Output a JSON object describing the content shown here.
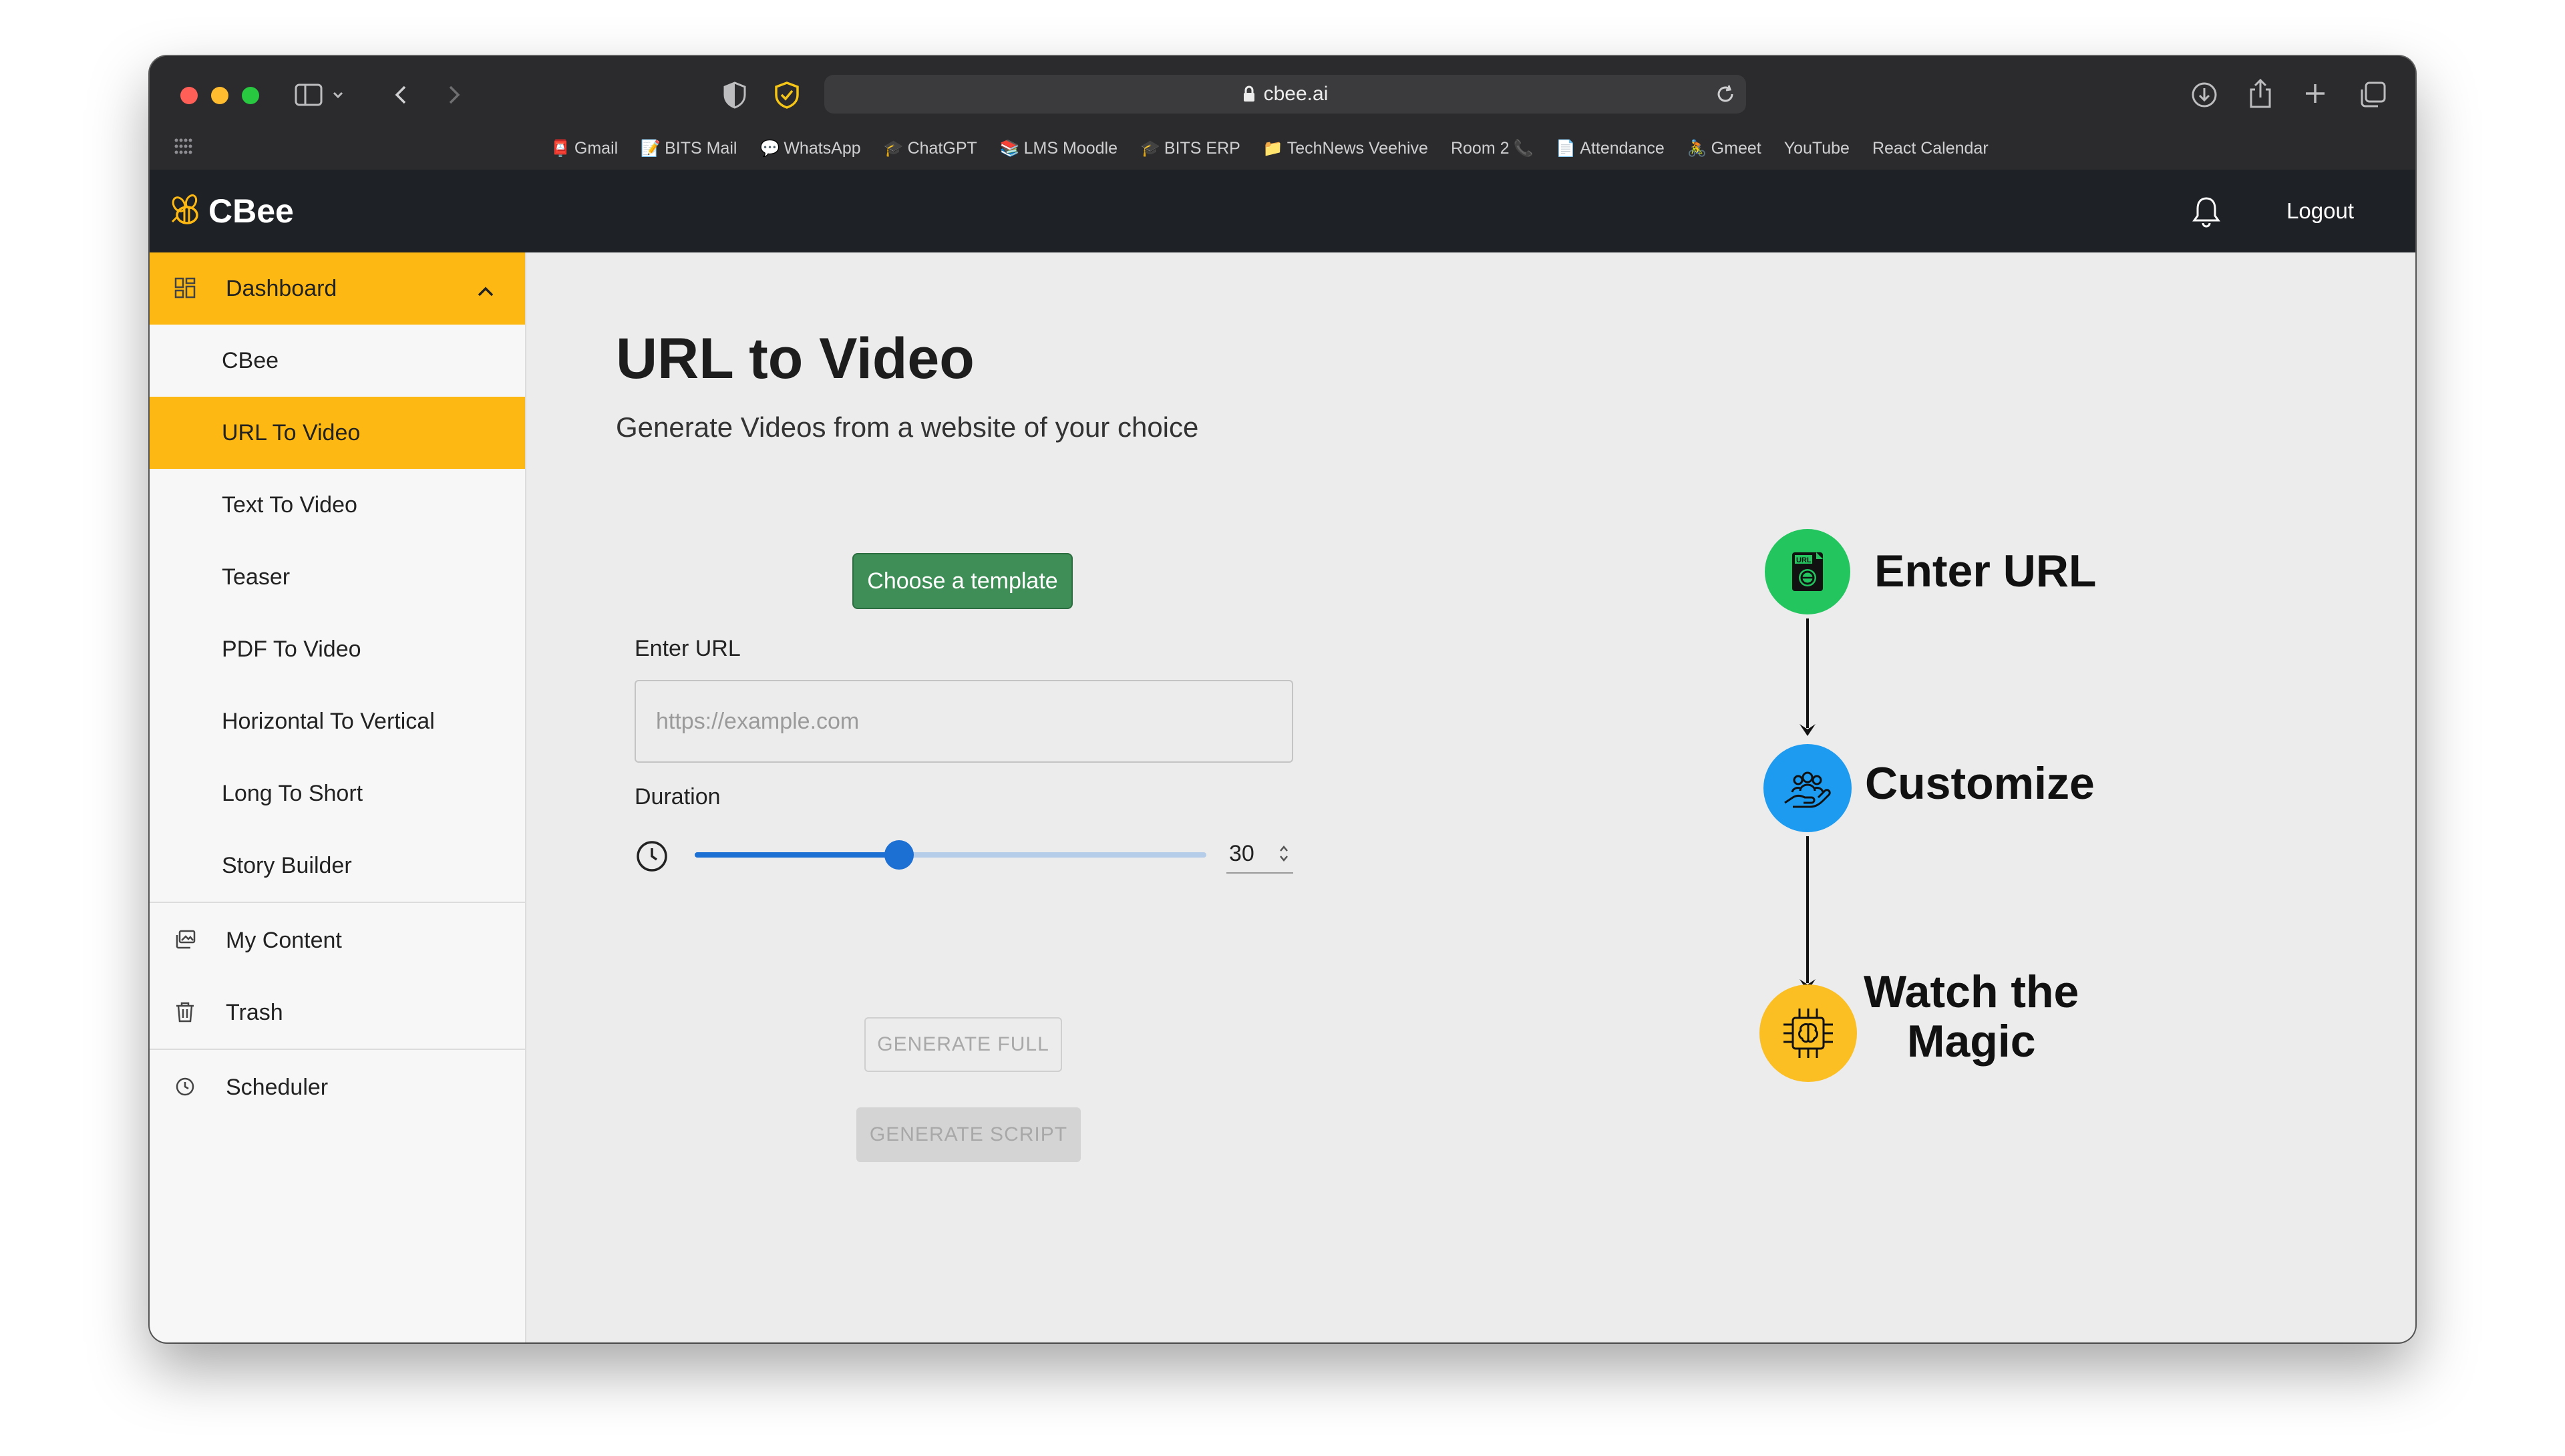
{
  "browser": {
    "host": "cbee.ai",
    "bookmarks": [
      {
        "icon": "📮",
        "label": "Gmail"
      },
      {
        "icon": "📝",
        "label": "BITS Mail"
      },
      {
        "icon": "💬",
        "label": "WhatsApp"
      },
      {
        "icon": "🎓",
        "label": "ChatGPT"
      },
      {
        "icon": "📚",
        "label": "LMS Moodle"
      },
      {
        "icon": "🎓",
        "label": "BITS ERP"
      },
      {
        "icon": "📁",
        "label": "TechNews Veehive"
      },
      {
        "icon": "📞",
        "label": "Room 2"
      },
      {
        "icon": "📄",
        "label": "Attendance"
      },
      {
        "icon": "🚴",
        "label": "Gmeet"
      },
      {
        "icon": "",
        "label": "YouTube"
      },
      {
        "icon": "",
        "label": "React Calendar"
      }
    ]
  },
  "navbar": {
    "brand": "CBee",
    "logout_label": "Logout"
  },
  "sidebar": {
    "dashboard_label": "Dashboard",
    "items": [
      {
        "label": "CBee"
      },
      {
        "label": "URL To Video"
      },
      {
        "label": "Text To Video"
      },
      {
        "label": "Teaser"
      },
      {
        "label": "PDF To Video"
      },
      {
        "label": "Horizontal To Vertical"
      },
      {
        "label": "Long To Short"
      },
      {
        "label": "Story Builder"
      }
    ],
    "my_content_label": "My Content",
    "trash_label": "Trash",
    "scheduler_label": "Scheduler",
    "active_item": "URL To Video",
    "accent_color": "#fdb813"
  },
  "main": {
    "title": "URL to Video",
    "subtitle": "Generate Videos from a website of your choice",
    "template_button_label": "Choose a template",
    "url_label": "Enter URL",
    "url_placeholder": "https://example.com",
    "url_value": "",
    "duration_label": "Duration",
    "duration_value": "30",
    "duration_slider_fraction": 0.4,
    "generate_full_label": "GENERATE FULL",
    "generate_script_label": "GENERATE SCRIPT"
  },
  "steps": [
    {
      "label": "Enter URL",
      "icon": "url-document-icon",
      "color": "#22c55e"
    },
    {
      "label": "Customize",
      "icon": "hand-group-icon",
      "color": "#1d9bf0"
    },
    {
      "label": "Watch the\nMagic",
      "icon": "brain-chip-icon",
      "color": "#fbbf24"
    }
  ]
}
